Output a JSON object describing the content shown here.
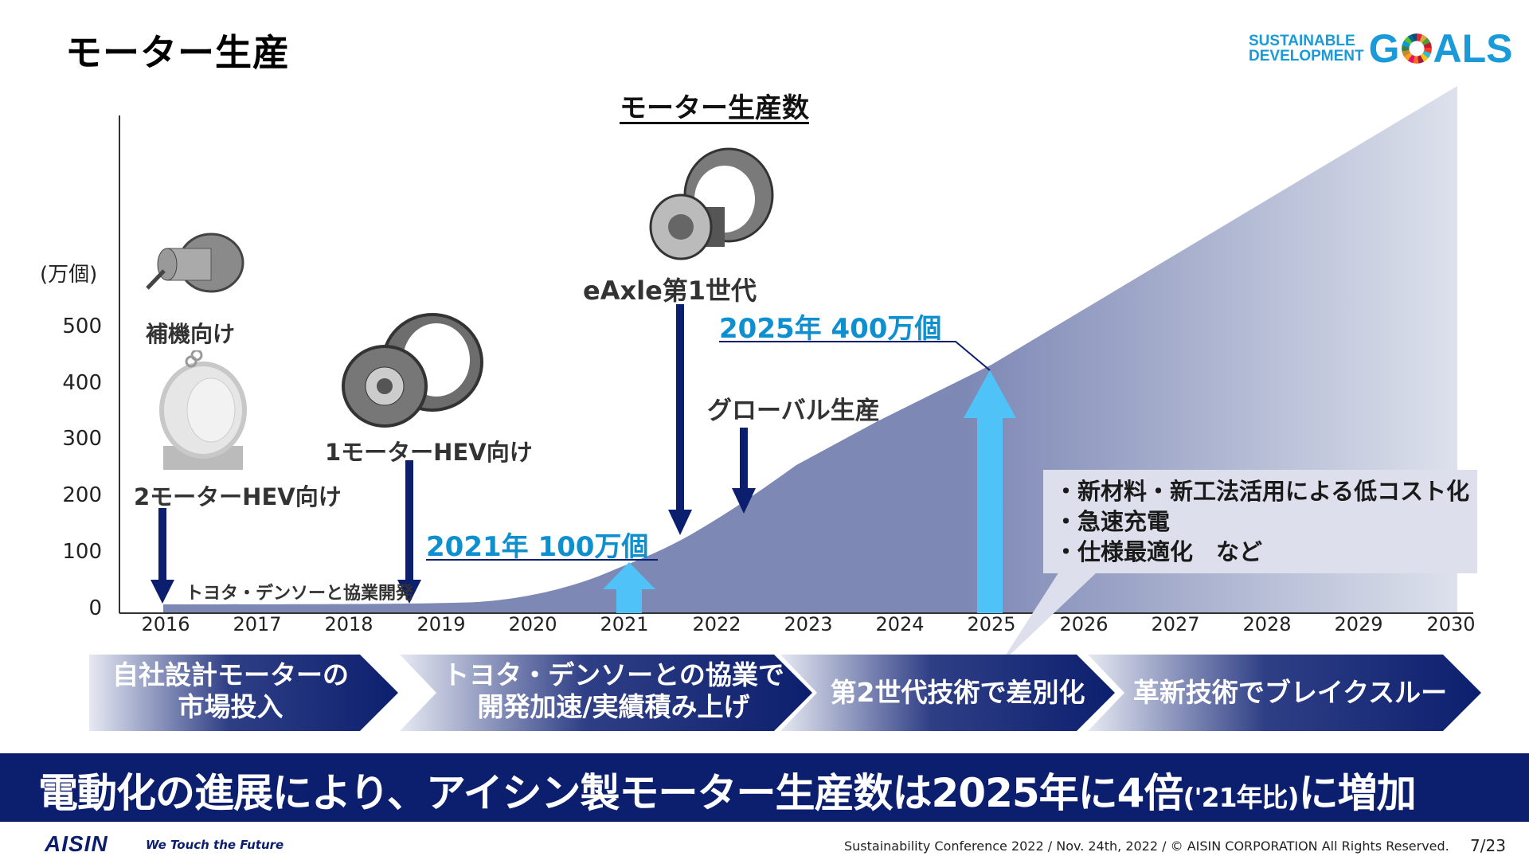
{
  "slide": {
    "title": "モーター生産",
    "sdg_logo": {
      "line1": "SUSTAINABLE",
      "line2": "DEVELOPMENT",
      "goals_g": "G",
      "goals_rest": "ALS",
      "icon": "sdg-wheel-icon"
    }
  },
  "chart_data": {
    "type": "area",
    "title": "モーター生産数",
    "xlabel": "",
    "ylabel": "(万個)",
    "ylim": [
      0,
      500
    ],
    "yticks": [
      "0",
      "100",
      "200",
      "300",
      "400",
      "500"
    ],
    "categories": [
      "2016",
      "2017",
      "2018",
      "2019",
      "2020",
      "2021",
      "2022",
      "2023",
      "2024",
      "2025",
      "2026",
      "2027",
      "2028",
      "2029",
      "2030"
    ],
    "series": [
      {
        "name": "モーター生産数 (万個)",
        "values": [
          10,
          12,
          13,
          15,
          35,
          90,
          160,
          240,
          330,
          420,
          520,
          620,
          720,
          830,
          935
        ]
      }
    ],
    "grid": false,
    "legend": "none",
    "annotations": [
      {
        "text": "補機向け",
        "x": "2016"
      },
      {
        "text": "2モーターHEV向け",
        "x": "2016"
      },
      {
        "text": "トヨタ・デンソーと協業開発",
        "x": "2016-2018"
      },
      {
        "text": "1モーターHEV向け",
        "x": "2018.7"
      },
      {
        "text": "2021年 100万個",
        "x": "2021",
        "y": 100
      },
      {
        "text": "eAxle第1世代",
        "x": "2021.6"
      },
      {
        "text": "グローバル生産",
        "x": "2022.3"
      },
      {
        "text": "2025年 400万個",
        "x": "2025",
        "y": 400
      }
    ]
  },
  "chart_labels": {
    "y_unit": "(万個)",
    "hojoki": "補機向け",
    "two_motor": "2モーターHEV向け",
    "collab_dev": "トヨタ・デンソーと協業開発",
    "one_motor": "1モーターHEV向け",
    "y2021": "2021年 100万個",
    "eaxle": "eAxle第1世代",
    "global": "グローバル生産",
    "y2025": "2025年 400万個"
  },
  "callout": {
    "items": [
      "・新材料・新工法活用による低コスト化",
      "・急速充電",
      "・仕様最適化　など"
    ]
  },
  "phases": [
    {
      "line1": "自社設計モーターの",
      "line2": "市場投入"
    },
    {
      "line1": "トヨタ・デンソーとの協業で",
      "line2": "開発加速/実績積み上げ"
    },
    {
      "line1": "第2世代技術で差別化",
      "line2": ""
    },
    {
      "line1": "革新技術でブレイクスルー",
      "line2": ""
    }
  ],
  "banner": {
    "main": "電動化の進展により、アイシン製モーター生産数は2025年に4倍",
    "paren": "('21年比)",
    "tail": "に増加"
  },
  "footer": {
    "logo": "AISIN",
    "slogan": "We Touch the Future",
    "copyright": "Sustainability Conference 2022 / Nov. 24th, 2022 / © AISIN CORPORATION All Rights Reserved.",
    "page": "7/23"
  },
  "colors": {
    "area_dark": "#7d88b5",
    "area_light": "#dde1ec",
    "arrow_navy": "#0c1f6e",
    "arrow_light": "#4fc3f7",
    "accent_blue": "#0e8fd0",
    "banner_bg": "#0c1f6e"
  }
}
